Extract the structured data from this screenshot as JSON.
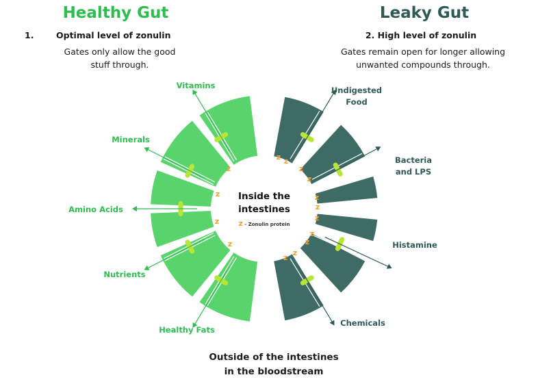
{
  "healthy": {
    "title": "Healthy Gut",
    "number": "1.",
    "subtitle": "Optimal level of zonulin",
    "desc_line1": "Gates only allow the good",
    "desc_line2": "stuff through.",
    "labels": [
      "Vitamins",
      "Minerals",
      "Amino Acids",
      "Nutrients",
      "Healthy Fats"
    ]
  },
  "leaky": {
    "title": "Leaky Gut",
    "subtitle": "2. High level of zonulin",
    "desc_line1": "Gates remain open for longer allowing",
    "desc_line2": "unwanted compounds through.",
    "labels": [
      [
        "Undigested",
        "Food"
      ],
      [
        "Bacteria",
        "and LPS"
      ],
      [
        "Histamine"
      ],
      [
        "Chemicals"
      ]
    ]
  },
  "center": {
    "line1": "Inside the",
    "line2": "intestines",
    "zonulin_symbol": "z",
    "legend_suffix": " - Zonulin protein"
  },
  "bottom": {
    "line1": "Outside of the intestines",
    "line2": "in the bloodstream"
  },
  "colors": {
    "healthy_green": "#59d46d",
    "healthy_text": "#2ebd4f",
    "leaky_dark": "#3f6b66",
    "leaky_text": "#2e5a55",
    "gate": "#b8e636",
    "zonulin": "#f2a12b"
  }
}
